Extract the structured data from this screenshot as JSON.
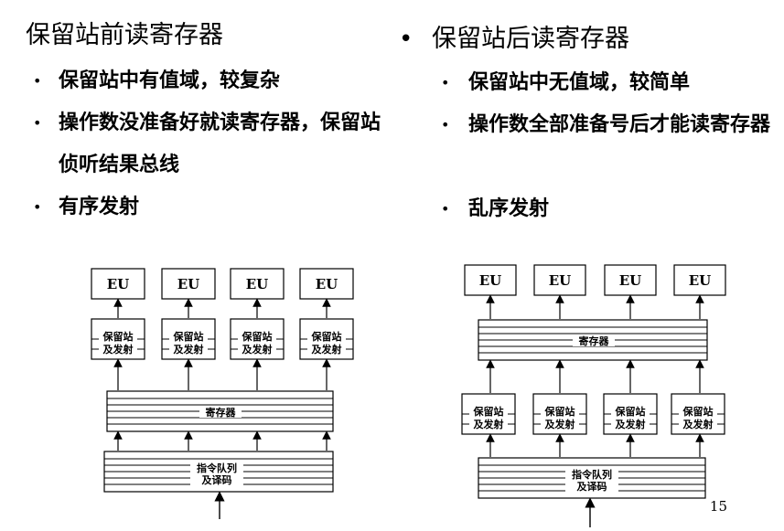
{
  "left": {
    "heading": "保留站前读寄存器",
    "bullets": [
      "保留站中有值域，较复杂",
      "操作数没准备好就读寄存器，保留站侦听结果总线",
      "有序发射"
    ],
    "diagram": {
      "eu_labels": [
        "EU",
        "EU",
        "EU",
        "EU"
      ],
      "rs_line1": "保留站",
      "rs_line2": "及发射",
      "register_label": "寄存器",
      "queue_line1": "指令队列",
      "queue_line2": "及译码"
    }
  },
  "right": {
    "heading": "保留站后读寄存器",
    "bullets": [
      "保留站中无值域，较简单",
      "操作数全部准备号后才能读寄存器",
      "乱序发射"
    ],
    "diagram": {
      "eu_labels": [
        "EU",
        "EU",
        "EU",
        "EU"
      ],
      "rs_line1": "保留站",
      "rs_line2": "及发射",
      "register_label": "寄存器",
      "queue_line1": "指令队列",
      "queue_line2": "及译码"
    }
  },
  "page_number": "15"
}
